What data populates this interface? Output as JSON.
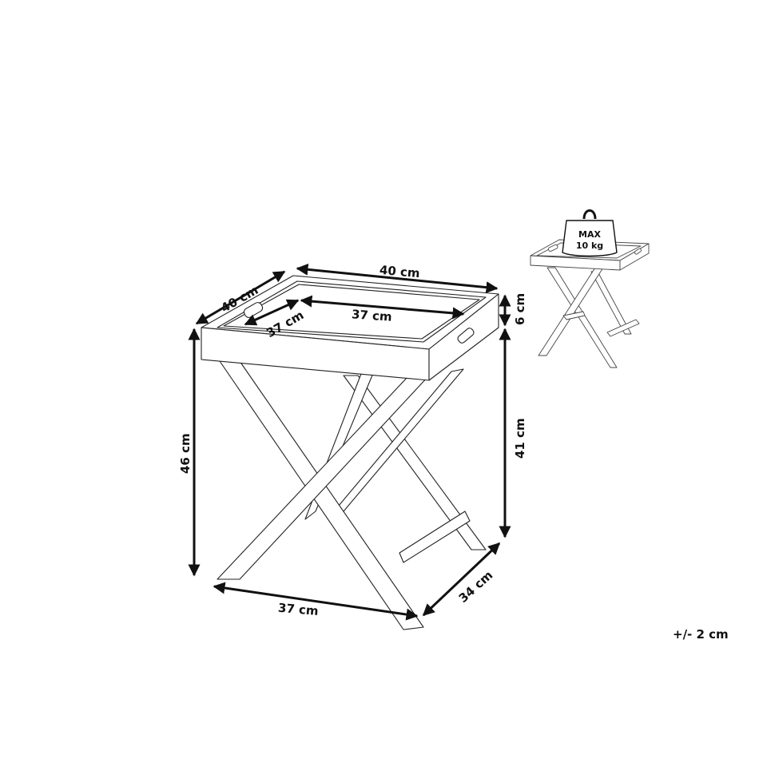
{
  "diagram": {
    "type": "product dimension drawing",
    "subject": "folding tray table",
    "dimensions": {
      "tray_depth_outer": "40 cm",
      "tray_width_outer": "40 cm",
      "tray_depth_inner": "37 cm",
      "tray_width_inner": "37 cm",
      "tray_height": "6 cm",
      "total_height": "46 cm",
      "leg_height": "41 cm",
      "base_width": "37 cm",
      "base_depth": "34 cm"
    },
    "load_badge": {
      "line1": "MAX",
      "line2": "10 kg"
    },
    "tolerance": "+/- 2 cm"
  }
}
